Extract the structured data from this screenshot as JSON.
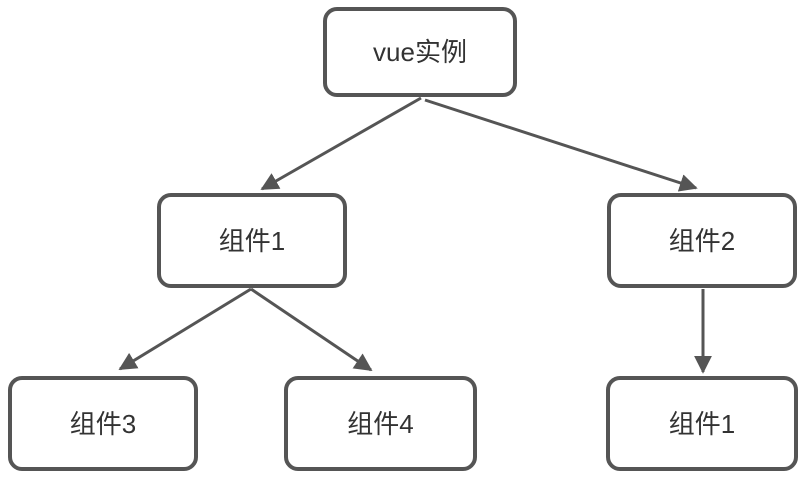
{
  "diagram": {
    "type": "tree",
    "description": "Vue component hierarchy tree",
    "nodes": [
      {
        "id": "root",
        "label": "vue实例"
      },
      {
        "id": "comp1",
        "label": "组件1"
      },
      {
        "id": "comp2",
        "label": "组件2"
      },
      {
        "id": "comp3",
        "label": "组件3"
      },
      {
        "id": "comp4",
        "label": "组件4"
      },
      {
        "id": "comp1b",
        "label": "组件1"
      }
    ],
    "edges": [
      {
        "from": "vue实例",
        "to": "组件1"
      },
      {
        "from": "vue实例",
        "to": "组件2"
      },
      {
        "from": "组件1",
        "to": "组件3"
      },
      {
        "from": "组件1",
        "to": "组件4"
      },
      {
        "from": "组件2",
        "to": "组件1"
      }
    ],
    "colors": {
      "node_border": "#555555",
      "node_fill": "#ffffff",
      "arrow": "#555555",
      "text": "#333333",
      "background": "#ffffff"
    }
  }
}
